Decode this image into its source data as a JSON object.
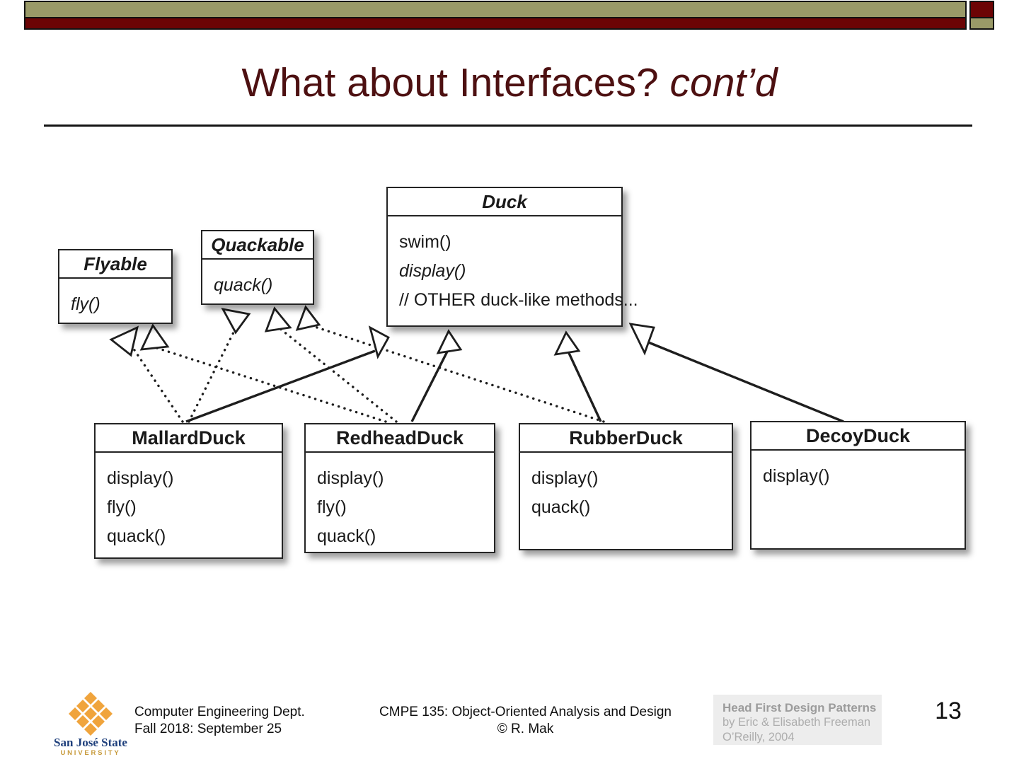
{
  "slide": {
    "title": "What about Interfaces?",
    "title_suffix": "cont’d",
    "page_number": "13"
  },
  "colors": {
    "bar_olive": "#9a9a68",
    "bar_maroon": "#6c0405",
    "title_maroon": "#4d1011",
    "logo_gold": "#f0a43c",
    "logo_blue": "#1d3e7b"
  },
  "diagram": {
    "classes": [
      {
        "name": "Flyable",
        "stereotype": "interface",
        "methods": [
          "fly()"
        ]
      },
      {
        "name": "Quackable",
        "stereotype": "interface",
        "methods": [
          "quack()"
        ]
      },
      {
        "name": "Duck",
        "stereotype": "abstract",
        "methods": [
          "swim()",
          "display()",
          "// OTHER duck-like methods..."
        ]
      },
      {
        "name": "MallardDuck",
        "stereotype": "class",
        "methods": [
          "display()",
          "fly()",
          "quack()"
        ]
      },
      {
        "name": "RedheadDuck",
        "stereotype": "class",
        "methods": [
          "display()",
          "fly()",
          "quack()"
        ]
      },
      {
        "name": "RubberDuck",
        "stereotype": "class",
        "methods": [
          "display()",
          "quack()"
        ]
      },
      {
        "name": "DecoyDuck",
        "stereotype": "class",
        "methods": [
          "display()"
        ]
      }
    ],
    "relationships": [
      {
        "from": "MallardDuck",
        "to": "Flyable",
        "type": "implements"
      },
      {
        "from": "MallardDuck",
        "to": "Quackable",
        "type": "implements"
      },
      {
        "from": "MallardDuck",
        "to": "Duck",
        "type": "extends"
      },
      {
        "from": "RedheadDuck",
        "to": "Flyable",
        "type": "implements"
      },
      {
        "from": "RedheadDuck",
        "to": "Quackable",
        "type": "implements"
      },
      {
        "from": "RedheadDuck",
        "to": "Duck",
        "type": "extends"
      },
      {
        "from": "RubberDuck",
        "to": "Quackable",
        "type": "implements"
      },
      {
        "from": "RubberDuck",
        "to": "Duck",
        "type": "extends"
      },
      {
        "from": "DecoyDuck",
        "to": "Duck",
        "type": "extends"
      }
    ]
  },
  "footer": {
    "logo_line1": "San José State",
    "logo_line2": "UNIVERSITY",
    "left_line1": "Computer Engineering Dept.",
    "left_line2": "Fall 2018: September 25",
    "center_line1": "CMPE 135: Object-Oriented Analysis and Design",
    "center_line2": "© R. Mak",
    "ref_line1": "Head First Design Patterns",
    "ref_line2": "by Eric & Elisabeth Freeman",
    "ref_line3": "O’Reilly, 2004"
  }
}
